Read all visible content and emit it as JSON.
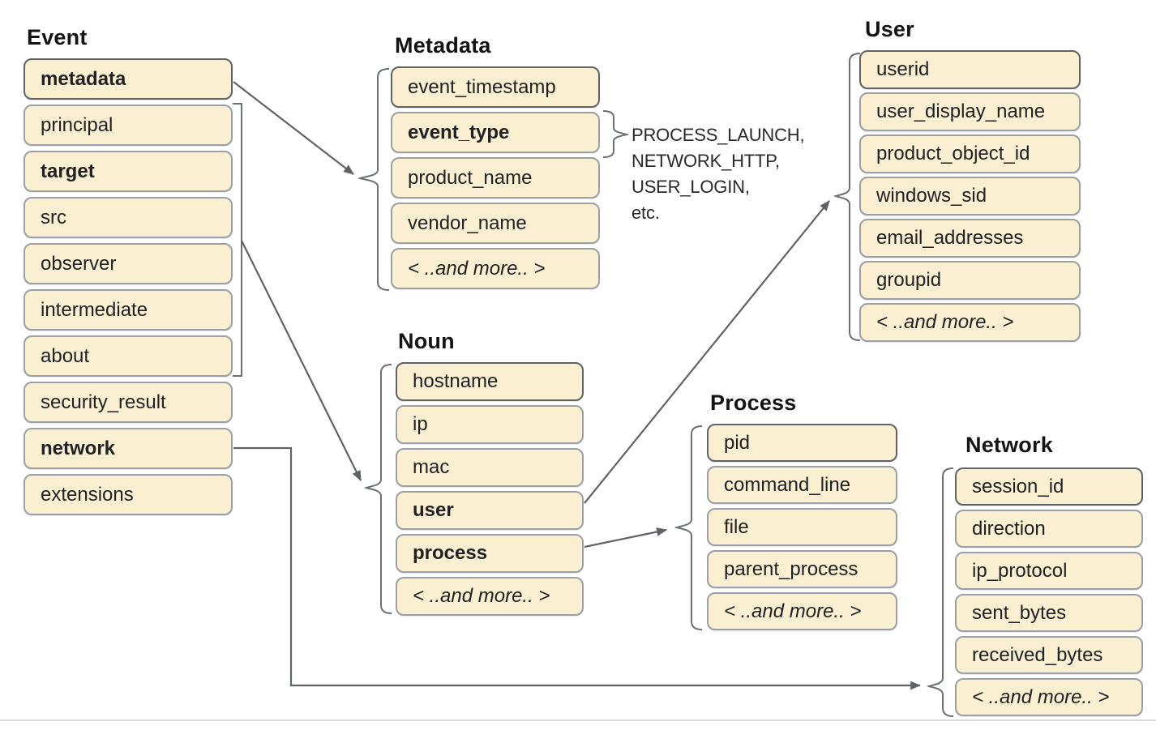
{
  "colors": {
    "box_fill": "#faefd1",
    "box_border": "#9aa0a6",
    "box_border_strong": "#5f6368",
    "connector": "#5f6368",
    "title_text": "#141414",
    "label_text": "#202124",
    "divider": "#d9dadc"
  },
  "groups": {
    "event": {
      "title": "Event",
      "items": [
        {
          "label": "metadata",
          "bold": true
        },
        {
          "label": "principal"
        },
        {
          "label": "target",
          "bold": true
        },
        {
          "label": "src"
        },
        {
          "label": "observer"
        },
        {
          "label": "intermediate"
        },
        {
          "label": "about"
        },
        {
          "label": "security_result"
        },
        {
          "label": "network",
          "bold": true
        },
        {
          "label": "extensions"
        }
      ]
    },
    "metadata": {
      "title": "Metadata",
      "items": [
        {
          "label": "event_timestamp"
        },
        {
          "label": "event_type",
          "bold": true
        },
        {
          "label": "product_name"
        },
        {
          "label": "vendor_name"
        },
        {
          "label": "< ..and more.. >",
          "italic": true
        }
      ]
    },
    "user": {
      "title": "User",
      "items": [
        {
          "label": "userid"
        },
        {
          "label": "user_display_name"
        },
        {
          "label": "product_object_id"
        },
        {
          "label": "windows_sid"
        },
        {
          "label": "email_addresses"
        },
        {
          "label": "groupid"
        },
        {
          "label": "< ..and more.. >",
          "italic": true
        }
      ]
    },
    "noun": {
      "title": "Noun",
      "items": [
        {
          "label": "hostname"
        },
        {
          "label": "ip"
        },
        {
          "label": "mac"
        },
        {
          "label": "user",
          "bold": true
        },
        {
          "label": "process",
          "bold": true
        },
        {
          "label": "< ..and more.. >",
          "italic": true
        }
      ]
    },
    "process": {
      "title": "Process",
      "items": [
        {
          "label": "pid"
        },
        {
          "label": "command_line"
        },
        {
          "label": "file"
        },
        {
          "label": "parent_process"
        },
        {
          "label": "< ..and more.. >",
          "italic": true
        }
      ]
    },
    "network": {
      "title": "Network",
      "items": [
        {
          "label": "session_id"
        },
        {
          "label": "direction"
        },
        {
          "label": "ip_protocol"
        },
        {
          "label": "sent_bytes"
        },
        {
          "label": "received_bytes"
        },
        {
          "label": "< ..and more.. >",
          "italic": true
        }
      ]
    }
  },
  "event_type_examples": {
    "lines": [
      "PROCESS_LAUNCH,",
      "NETWORK_HTTP,",
      "USER_LOGIN,",
      "etc."
    ]
  },
  "connections": [
    {
      "from": "Event.metadata",
      "to": "Metadata"
    },
    {
      "from": "Event.principal-through-about",
      "to": "Noun"
    },
    {
      "from": "Noun.user",
      "to": "User"
    },
    {
      "from": "Noun.process",
      "to": "Process"
    },
    {
      "from": "Event.network",
      "to": "Network"
    }
  ]
}
